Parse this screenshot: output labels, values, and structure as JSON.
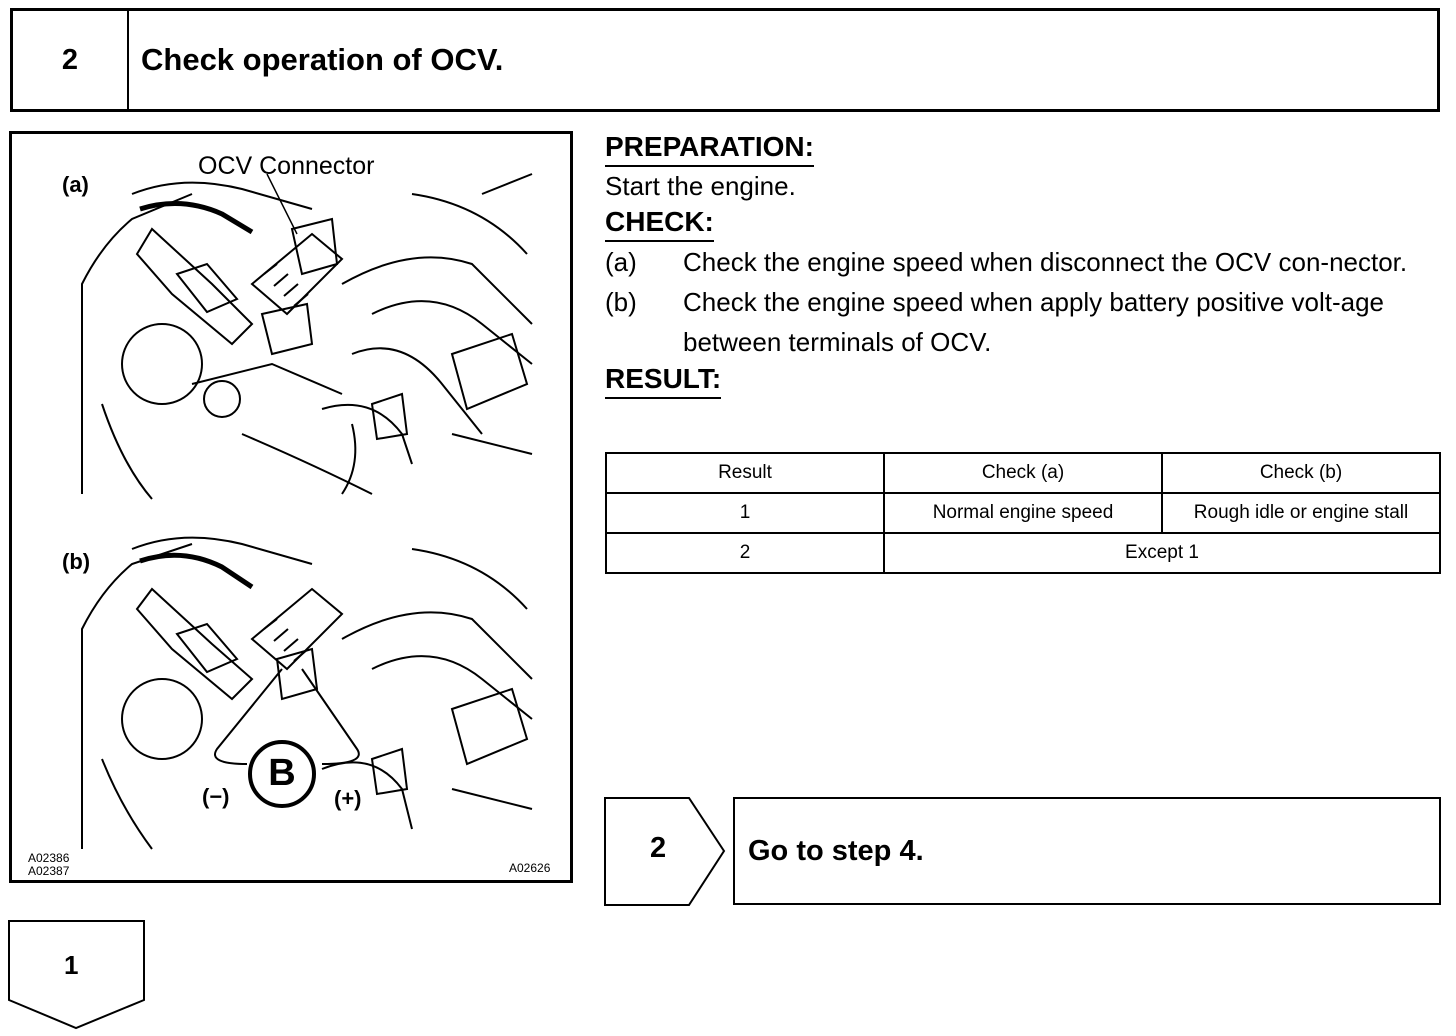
{
  "header": {
    "step_number": "2",
    "title": "Check operation of OCV."
  },
  "illustration": {
    "label_a": "(a)",
    "label_b": "(b)",
    "connector_label": "OCV Connector",
    "battery_symbol": "B",
    "minus_label": "(−)",
    "plus_label": "(+)",
    "code_left_1": "A02386",
    "code_left_2": "A02387",
    "code_right": "A02626"
  },
  "preparation": {
    "heading": "PREPARATION:",
    "text": "Start the engine."
  },
  "check": {
    "heading": "CHECK:",
    "items": [
      {
        "label": "(a)",
        "text": "Check the engine speed when disconnect the OCV con-nector."
      },
      {
        "label": "(b)",
        "text": "Check the engine speed when apply battery positive volt-age between terminals of OCV."
      }
    ]
  },
  "result": {
    "heading": "RESULT:",
    "columns": [
      "Result",
      "Check (a)",
      "Check (b)"
    ],
    "row1": {
      "result": "1",
      "check_a": "Normal engine speed",
      "check_b": "Rough idle or engine stall"
    },
    "row2": {
      "result": "2",
      "merged": "Except 1"
    }
  },
  "goto": {
    "number": "2",
    "text": "Go to step 4."
  },
  "bottom_tab": {
    "number": "1"
  }
}
